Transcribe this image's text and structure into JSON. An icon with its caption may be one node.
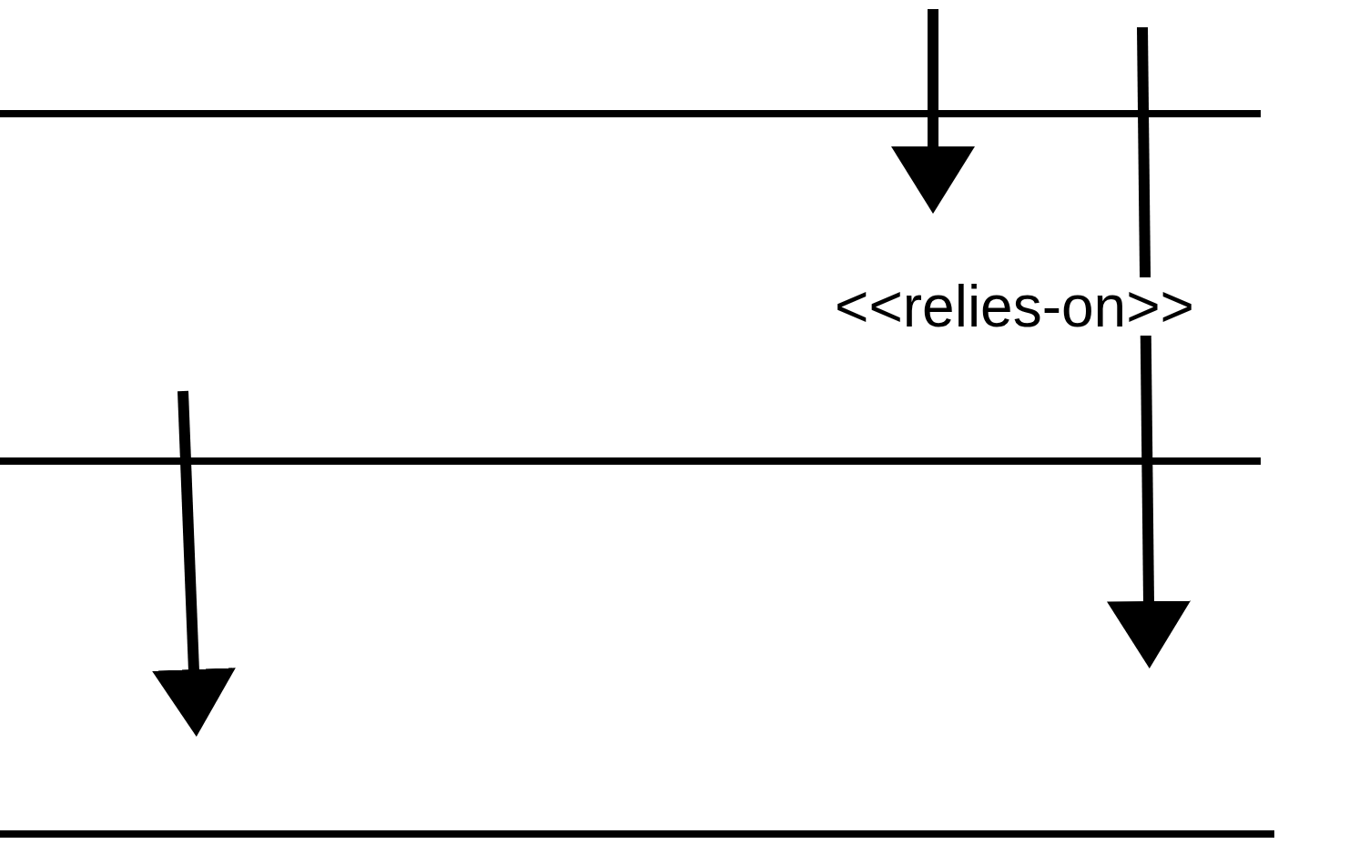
{
  "diagram": {
    "nodes": [
      {
        "text": [],
        "shape": "band"
      },
      {
        "text": [],
        "shape": "band"
      },
      {
        "text": [],
        "shape": "band"
      }
    ],
    "edges": [
      {
        "from": 0,
        "to": 1,
        "arrow": "to"
      },
      {
        "from": 0,
        "to": 2,
        "arrow": "to",
        "label": "<<relies-on>>"
      },
      {
        "from": 1,
        "to": 2,
        "arrow": "to"
      }
    ]
  }
}
